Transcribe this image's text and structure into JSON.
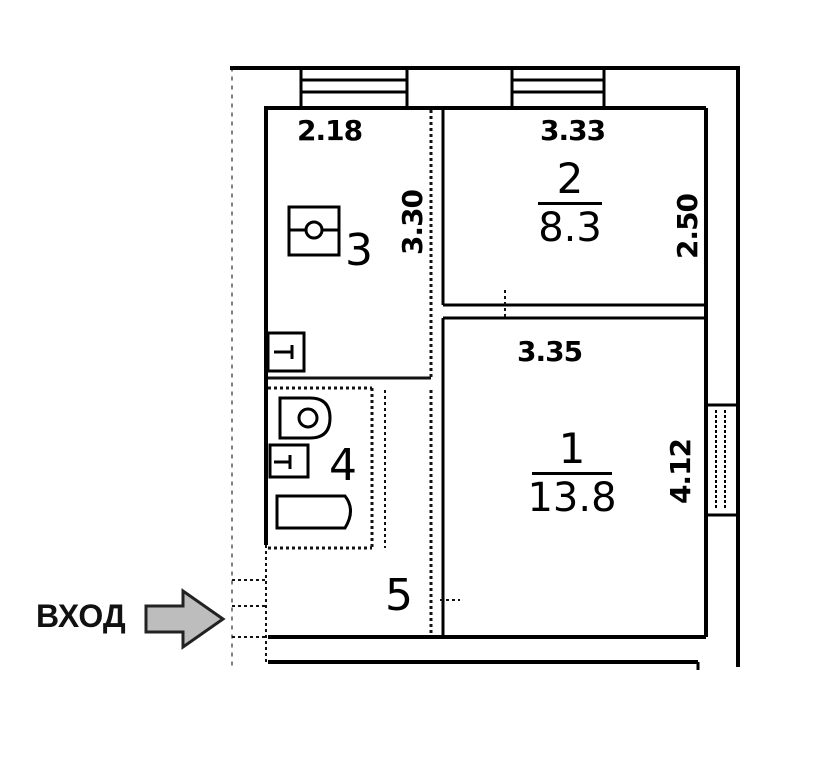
{
  "plan": {
    "title": "",
    "entry": {
      "label": "ВХОД",
      "arrow_fill": "#bdbdbd",
      "arrow_stroke": "#222222"
    },
    "rooms": [
      {
        "id": "1",
        "number": "1",
        "area": "13.8",
        "width_dim": "3.35",
        "height_dim": "4.12"
      },
      {
        "id": "2",
        "number": "2",
        "area": "8.3",
        "width_dim": "3.33",
        "height_dim": "2.50"
      },
      {
        "id": "3",
        "number": "3",
        "width_dim": "2.18",
        "height_dim": "3.30"
      },
      {
        "id": "4",
        "number": "4"
      },
      {
        "id": "5",
        "number": "5"
      }
    ],
    "colors": {
      "wall": "#000000",
      "background": "#ffffff",
      "dotted": "#111111"
    }
  }
}
